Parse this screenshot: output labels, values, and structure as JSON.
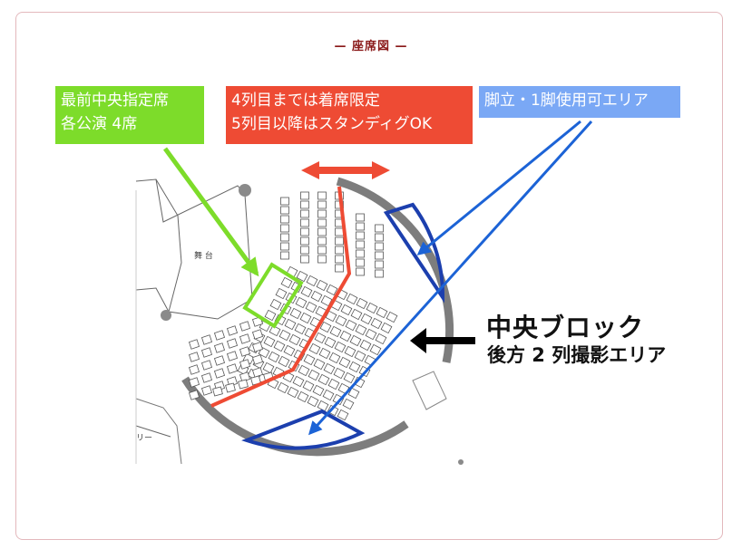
{
  "heading": "— 座席図 —",
  "labels": {
    "front_center": [
      "最前中央指定席",
      "各公演 4席"
    ],
    "seating_limit": [
      "4列目までは着席限定",
      "5列目以降はスタンディグOK"
    ],
    "stepladder": "脚立・1脚使用可エリア"
  },
  "center_block": {
    "title": "中央ブロック",
    "subtitle": "後方 2 列撮影エリア"
  },
  "floor": {
    "stage": "舞 台",
    "gallery_fragment": "リー"
  },
  "colors": {
    "green": "#7ddc2a",
    "red": "#ee4b34",
    "blue": "#1c63d6",
    "blue_label": "#7aa8f5",
    "wall": "#7d7d7d"
  }
}
